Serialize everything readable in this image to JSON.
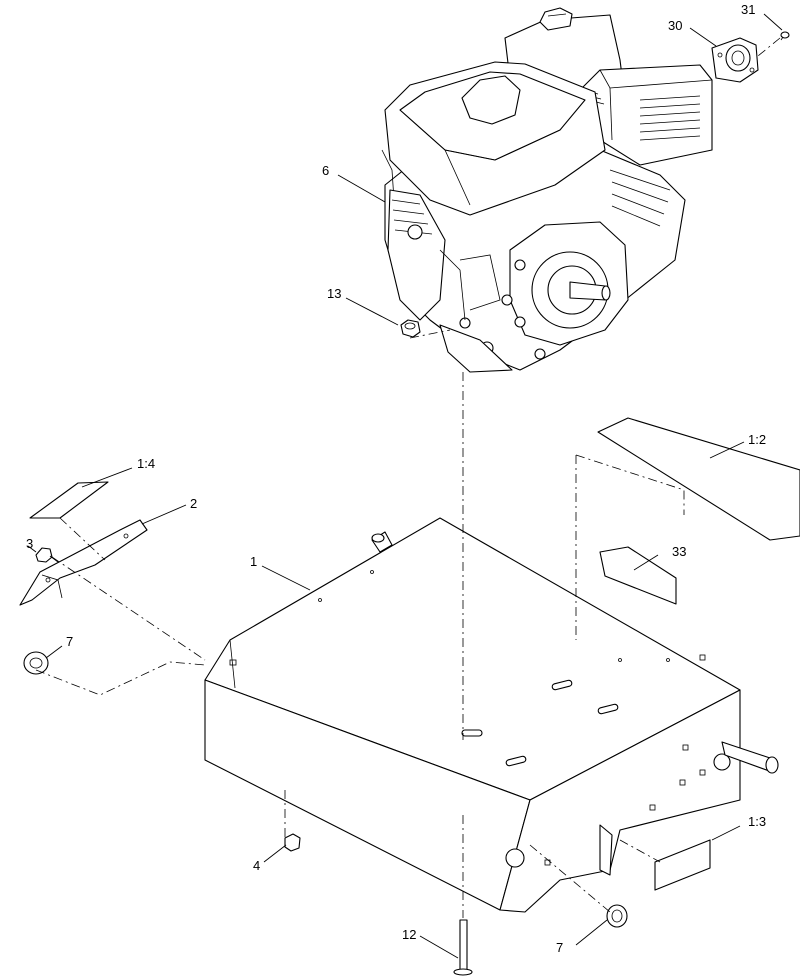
{
  "callouts": [
    {
      "id": "c31",
      "label": "31"
    },
    {
      "id": "c30",
      "label": "30"
    },
    {
      "id": "c6",
      "label": "6"
    },
    {
      "id": "c13",
      "label": "13"
    },
    {
      "id": "c1_4",
      "label": "1:4"
    },
    {
      "id": "c2",
      "label": "2"
    },
    {
      "id": "c3",
      "label": "3"
    },
    {
      "id": "c1_2",
      "label": "1:2"
    },
    {
      "id": "c33",
      "label": "33"
    },
    {
      "id": "c1",
      "label": "1"
    },
    {
      "id": "c7a",
      "label": "7"
    },
    {
      "id": "c4",
      "label": "4"
    },
    {
      "id": "c1_3",
      "label": "1:3"
    },
    {
      "id": "c12",
      "label": "12"
    },
    {
      "id": "c7b",
      "label": "7"
    }
  ]
}
